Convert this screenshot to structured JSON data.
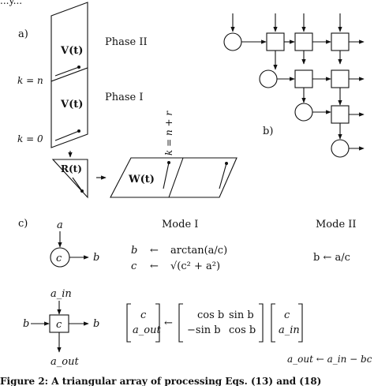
{
  "header_fragment": "...y...",
  "panel_a": {
    "label": "a)",
    "v_top": "V(t)",
    "v_bottom": "V(t)",
    "phase_ii": "Phase II",
    "phase_i": "Phase I",
    "k_n": "k = n",
    "k_0": "k = 0",
    "r_label": "R(t)",
    "w_label": "W(t)",
    "k_n_r": "k = n + r"
  },
  "panel_b": {
    "label": "b)"
  },
  "panel_c": {
    "label": "c)",
    "mode1": "Mode I",
    "mode2": "Mode II",
    "circle": {
      "in": "a",
      "node": "c",
      "out": "b"
    },
    "eq1_lhs": "b",
    "eq1_arrow": "←",
    "eq1_rhs": "arctan(a/c)",
    "eq2_lhs": "c",
    "eq2_arrow": "←",
    "eq2_rhs": "√(c² + a²)",
    "mode2_eq1": "b ← a/c",
    "square": {
      "top": "a_in",
      "left": "b",
      "node": "c",
      "right": "b",
      "bottom": "a_out"
    },
    "matrix": {
      "vec_left": [
        "c",
        "a_out"
      ],
      "arrow": "←",
      "rot": [
        [
          "cos b",
          "sin b"
        ],
        [
          "−sin b",
          "cos b"
        ]
      ],
      "vec_right": [
        "c",
        "a_in"
      ]
    },
    "mode2_eq2": "a_out ← a_in − bc"
  },
  "caption_fragment": "Figure 2: A triangular array of processing Eqs. (13) and (18)"
}
